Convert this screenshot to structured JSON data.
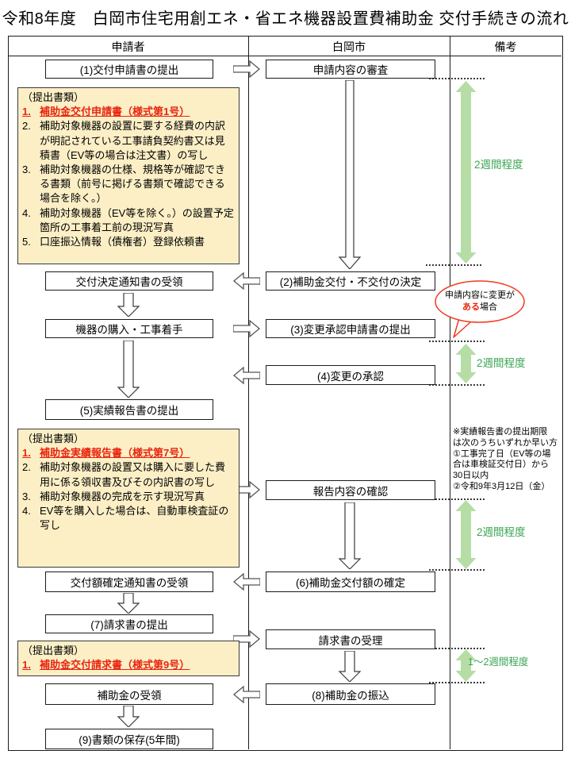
{
  "title": "令和8年度　白岡市住宅用創エネ・省エネ機器設置費補助金 交付手続きの流れ",
  "columns": {
    "applicant": "申請者",
    "city": "白岡市",
    "remarks": "備考"
  },
  "flow": {
    "applicant": [
      "(1)交付申請書の提出",
      "交付決定通知書の受領",
      "機器の購入・工事着手",
      "(5)実績報告書の提出",
      "交付額確定通知書の受領",
      "(7)請求書の提出",
      "補助金の受領",
      "(9)書類の保存(5年間)"
    ],
    "city": [
      "申請内容の審査",
      "(2)補助金交付・不交付の決定",
      "(3)変更承認申請書の提出",
      "(4)変更の承認",
      "報告内容の確認",
      "(6)補助金交付額の確定",
      "請求書の受理",
      "(8)補助金の振込"
    ]
  },
  "docs1": {
    "heading": "（提出書類）",
    "items": [
      {
        "num": "1.",
        "text": "補助金交付申請書（様式第1号）"
      },
      {
        "num": "2.",
        "text": "補助対象機器の設置に要する経費の内訳が明記されている工事請負契約書又は見積書（EV等の場合は注文書）の写し"
      },
      {
        "num": "3.",
        "text": "補助対象機器の仕様、規格等が確認できる書類（前号に掲げる書類で確認できる場合を除く。）"
      },
      {
        "num": "4.",
        "text": "補助対象機器（EV等を除く。）の設置予定箇所の工事着工前の現況写真"
      },
      {
        "num": "5.",
        "text": "口座振込情報（債権者）登録依頼書"
      }
    ]
  },
  "docs2": {
    "heading": "（提出書類）",
    "items": [
      {
        "num": "1.",
        "text": "補助金実績報告書（様式第7号）"
      },
      {
        "num": "2.",
        "text": "補助対象機器の設置又は購入に要した費用に係る領収書及びその内訳書の写し"
      },
      {
        "num": "3.",
        "text": "補助対象機器の完成を示す現況写真"
      },
      {
        "num": "4.",
        "text": "EV等を購入した場合は、自動車検査証の写し"
      }
    ]
  },
  "docs3": {
    "heading": "（提出書類）",
    "items": [
      {
        "num": "1.",
        "text": "補助金交付請求書（様式第9号）"
      }
    ]
  },
  "bubble": {
    "line1": "申請内容に変更が",
    "red": "ある",
    "rest": "場合"
  },
  "durations": {
    "t1": "2週間程度",
    "t2": "2週間程度",
    "t3": "2週間程度",
    "t4": "1～2週間程度"
  },
  "note": "※実績報告書の提出期限\nは次のうちいずれか早い方\n①工事完了日（EV等の場\n合は車検証交付日）から\n30日以内\n②令和9年3月12日（金）",
  "colors": {
    "accent_red": "#e8250f",
    "green_label": "#3aa553",
    "green_arrow": "#b7dda6",
    "doc_fill": "#fcefc6"
  }
}
